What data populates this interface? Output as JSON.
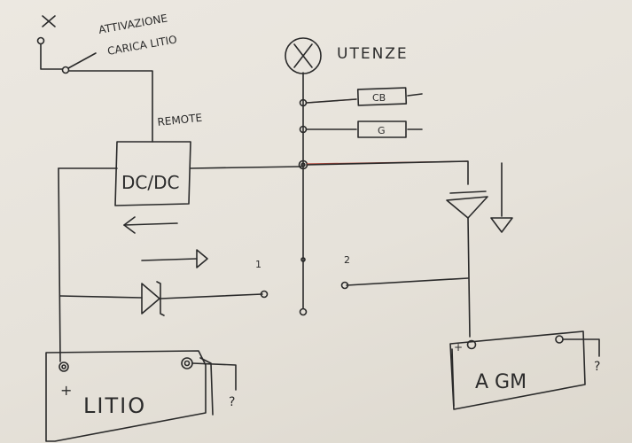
{
  "labels": {
    "activation_line1": "ATTIVAZIONE",
    "activation_line2": "CARICA LITIO",
    "remote": "REMOTE",
    "utenze": "UTENZE",
    "load_cb": "CB",
    "load_g": "G",
    "dcdc": "DC/DC",
    "switch_pos1": "1",
    "switch_pos2": "2",
    "agm": "A GM",
    "agm_plus": "+",
    "litio": "LITIO",
    "litio_plus": "+",
    "question_right": "?",
    "question_left": "?"
  },
  "colors": {
    "ink": "#2a2a2a",
    "red_ink": "#b3473b",
    "paper": "#e8e4dc"
  },
  "icons": [
    "lamp-cross-icon",
    "ground-icon",
    "diode-icon",
    "arrow-left-icon",
    "arrow-right-icon",
    "switch-icon"
  ]
}
